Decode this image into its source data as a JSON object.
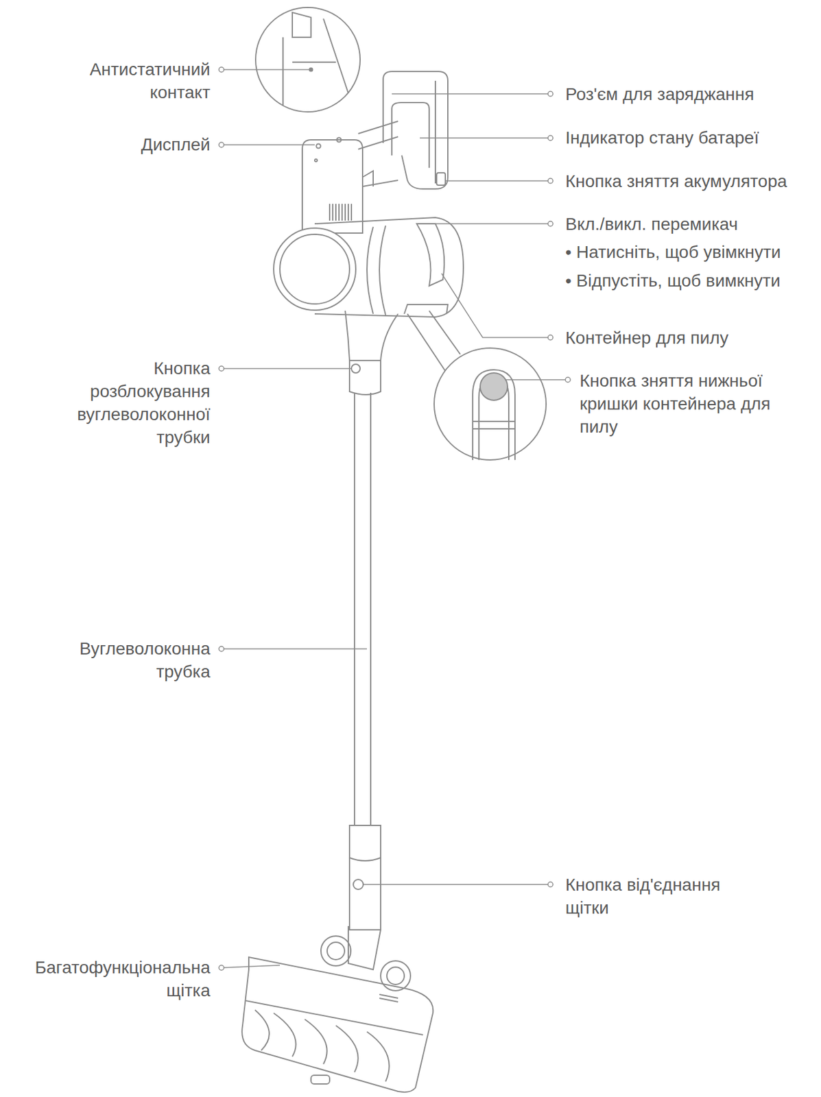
{
  "diagram": {
    "labels": [
      "Антистатичний контакт",
      "Роз'єм для заряджання",
      "Дисплей",
      "Індикатор стану батареї",
      "Кнопка зняття акумулятора",
      "Вкл./викл. перемикач",
      "• Натисніть, щоб увімкнути",
      "• Відпустіть, щоб вимкнути",
      "Контейнер для пилу",
      "Кнопка розблокування вуглеволоконної трубки",
      "Кнопка зняття нижньої кришки контейнера для пилу",
      "Вуглеволоконна трубка",
      "Кнопка від'єднання щітки",
      "Багатофункціональна щітка"
    ]
  }
}
